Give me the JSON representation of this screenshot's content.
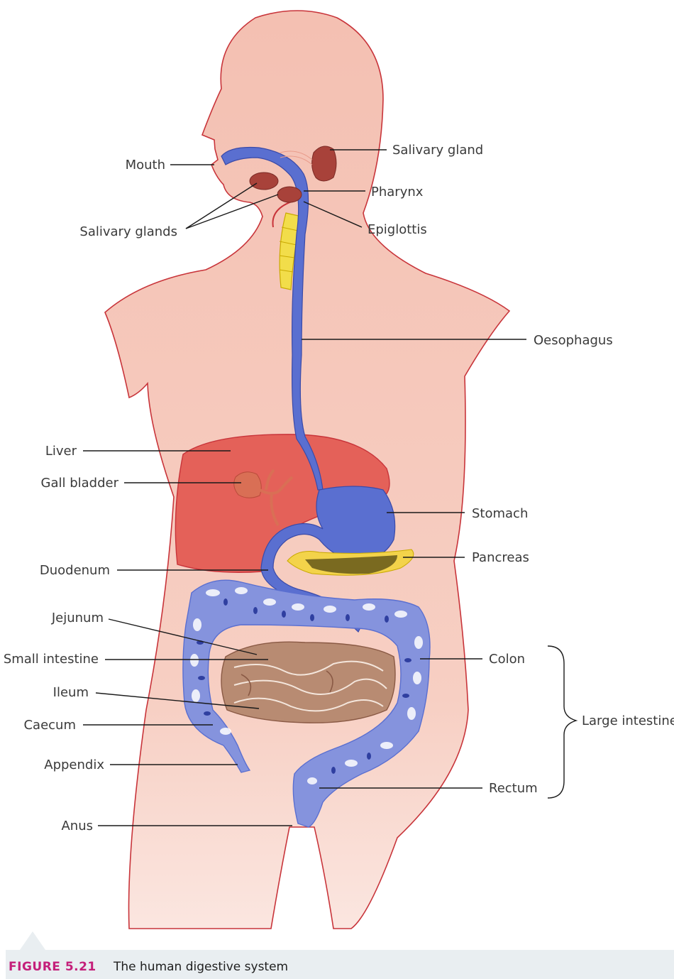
{
  "caption": {
    "figure_number": "FIGURE 5.21",
    "title": "The human digestive system"
  },
  "labels": {
    "mouth": "Mouth",
    "salivary_gland": "Salivary gland",
    "pharynx": "Pharynx",
    "salivary_glands": "Salivary glands",
    "epiglottis": "Epiglottis",
    "oesophagus": "Oesophagus",
    "liver": "Liver",
    "gall_bladder": "Gall bladder",
    "stomach": "Stomach",
    "pancreas": "Pancreas",
    "duodenum": "Duodenum",
    "jejunum": "Jejunum",
    "small_intestine": "Small intestine",
    "colon": "Colon",
    "ileum": "Ileum",
    "caecum": "Caecum",
    "large_intestine": "Large intestine",
    "appendix": "Appendix",
    "rectum": "Rectum",
    "anus": "Anus"
  },
  "colors": {
    "skin": "#f6c5b8",
    "outline": "#c8343a",
    "tract": "#5a6fd0",
    "liver": "#e2554e",
    "intestine": "#b88b72",
    "colon": "#8593dd",
    "pancreas": "#f3d34a",
    "salivary": "#a8423a",
    "caption_accent": "#c41f7a"
  }
}
